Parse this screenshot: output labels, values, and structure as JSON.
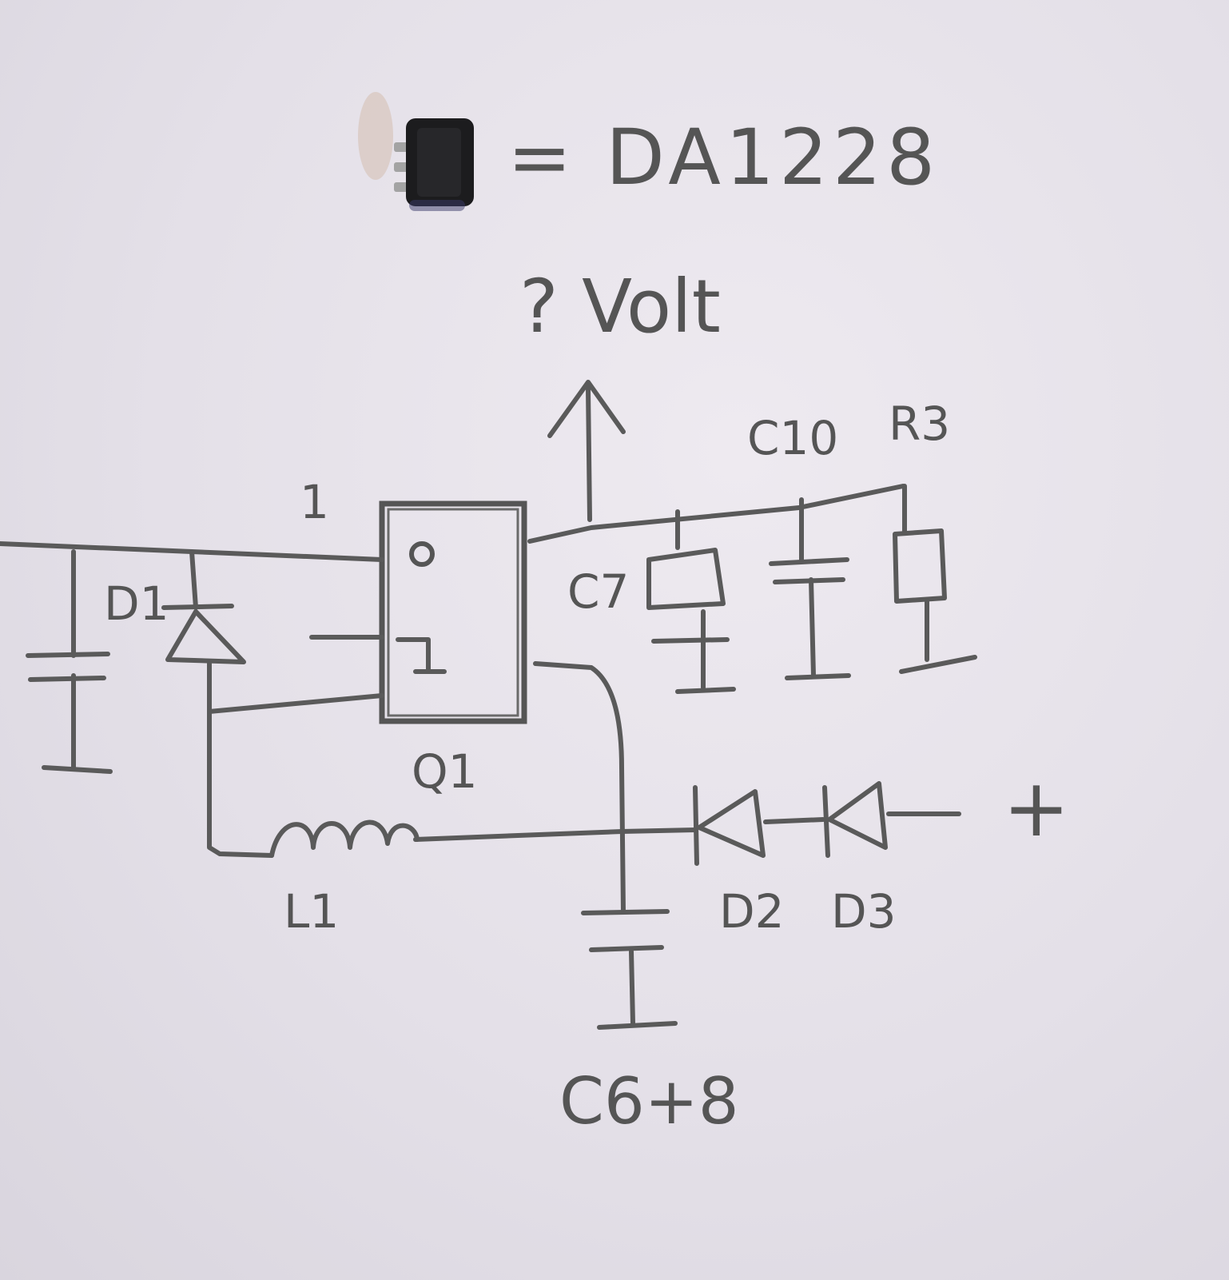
{
  "chip_label": "= DA1228",
  "output_label": "? Volt",
  "labels": {
    "pin1": "1",
    "c10": "C10",
    "r3": "R3",
    "d1": "D1",
    "c7": "C7",
    "q1": "Q1",
    "l1": "L1",
    "d2": "D2",
    "d3": "D3",
    "plus": "+",
    "c6_8": "C6+8"
  },
  "colors": {
    "paper": "#e7e3ea",
    "pencil": "#5a5a5a",
    "chip_body": "#1c1c1e",
    "chip_leads": "#9a9a9a"
  }
}
